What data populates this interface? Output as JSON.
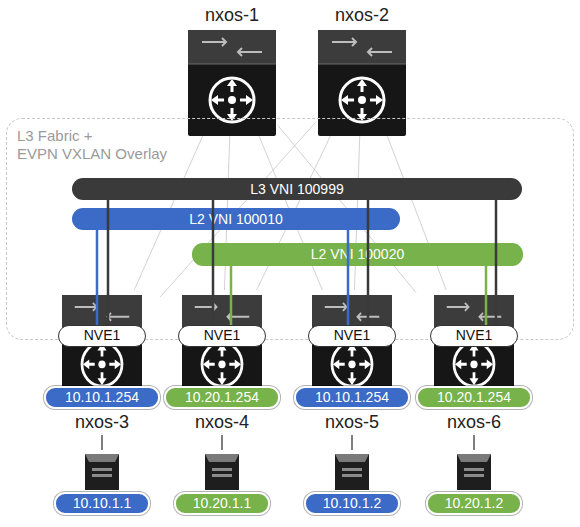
{
  "diagram": {
    "nodes": [
      {
        "text": [
          "nxos-1"
        ]
      },
      {
        "text": [
          "nxos-2"
        ]
      },
      {
        "text": [
          "L3 Fabric + EVPN VXLAN Overlay"
        ]
      },
      {
        "text": [
          "L3 VNI 100999"
        ],
        "in": 2
      },
      {
        "text": [
          "L2 VNI 100010"
        ],
        "in": 2
      },
      {
        "text": [
          "L2 VNI 100020"
        ],
        "in": 2
      },
      {
        "text": [
          "nxos-3"
        ]
      },
      {
        "text": [
          "NVE1"
        ],
        "in": 6
      },
      {
        "text": [
          "10.10.1.254"
        ],
        "in": 6
      },
      {
        "text": [
          "nxos-4"
        ]
      },
      {
        "text": [
          "NVE1"
        ],
        "in": 9
      },
      {
        "text": [
          "10.20.1.254"
        ],
        "in": 9
      },
      {
        "text": [
          "nxos-5"
        ]
      },
      {
        "text": [
          "NVE1"
        ],
        "in": 12
      },
      {
        "text": [
          "10.10.1.254"
        ],
        "in": 12
      },
      {
        "text": [
          "nxos-6"
        ]
      },
      {
        "text": [
          "NVE1"
        ],
        "in": 15
      },
      {
        "text": [
          "10.20.1.254"
        ],
        "in": 15
      },
      {
        "text": [
          "10.10.1.1"
        ]
      },
      {
        "text": [
          "10.20.1.1"
        ]
      },
      {
        "text": [
          "10.10.1.2"
        ]
      },
      {
        "text": [
          "10.20.1.2"
        ]
      }
    ],
    "edges": [
      {
        "from": 0,
        "to": 6,
        "arrow": "none"
      },
      {
        "from": 0,
        "to": 9,
        "arrow": "none"
      },
      {
        "from": 0,
        "to": 12,
        "arrow": "none"
      },
      {
        "from": 0,
        "to": 15,
        "arrow": "none"
      },
      {
        "from": 1,
        "to": 6,
        "arrow": "none"
      },
      {
        "from": 1,
        "to": 9,
        "arrow": "none"
      },
      {
        "from": 1,
        "to": 12,
        "arrow": "none"
      },
      {
        "from": 1,
        "to": 15,
        "arrow": "none"
      },
      {
        "from": 4,
        "to": 7,
        "arrow": "none"
      },
      {
        "from": 4,
        "to": 13,
        "arrow": "none"
      },
      {
        "from": 5,
        "to": 10,
        "arrow": "none"
      },
      {
        "from": 5,
        "to": 16,
        "arrow": "none"
      },
      {
        "from": 3,
        "to": 7,
        "arrow": "none"
      },
      {
        "from": 3,
        "to": 10,
        "arrow": "none"
      },
      {
        "from": 3,
        "to": 13,
        "arrow": "none"
      },
      {
        "from": 3,
        "to": 16,
        "arrow": "none"
      },
      {
        "from": 6,
        "to": 18,
        "arrow": "none"
      },
      {
        "from": 9,
        "to": 19,
        "arrow": "none"
      },
      {
        "from": 12,
        "to": 20,
        "arrow": "none"
      },
      {
        "from": 15,
        "to": 21,
        "arrow": "none"
      }
    ]
  }
}
